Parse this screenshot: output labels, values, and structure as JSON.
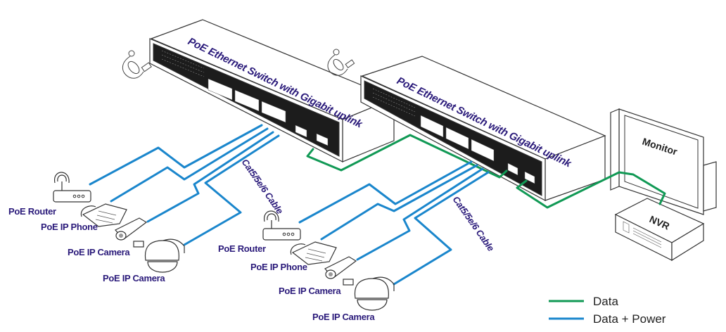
{
  "colors": {
    "data": "#119955",
    "data_power": "#1a86cc",
    "label": "#2a1a7a"
  },
  "switches": [
    {
      "label": "PoE Ethernet Switch with Gigabit uplink"
    },
    {
      "label": "PoE Ethernet Switch with Gigabit uplink"
    }
  ],
  "cable_labels": [
    "Cat5/5e/6 Cable",
    "Cat5/5e/6 Cable"
  ],
  "group1": {
    "router": "PoE Router",
    "phone": "PoE IP Phone",
    "camera": "PoE IP Camera",
    "dome": "PoE IP Camera"
  },
  "group2": {
    "router": "PoE Router",
    "phone": "PoE IP Phone",
    "camera": "PoE IP Camera",
    "dome": "PoE IP Camera"
  },
  "monitor": {
    "label": "Monitor"
  },
  "nvr": {
    "label": "NVR"
  },
  "legend": [
    {
      "label": "Data",
      "type": "data"
    },
    {
      "label": "Data + Power",
      "type": "data_power"
    }
  ]
}
